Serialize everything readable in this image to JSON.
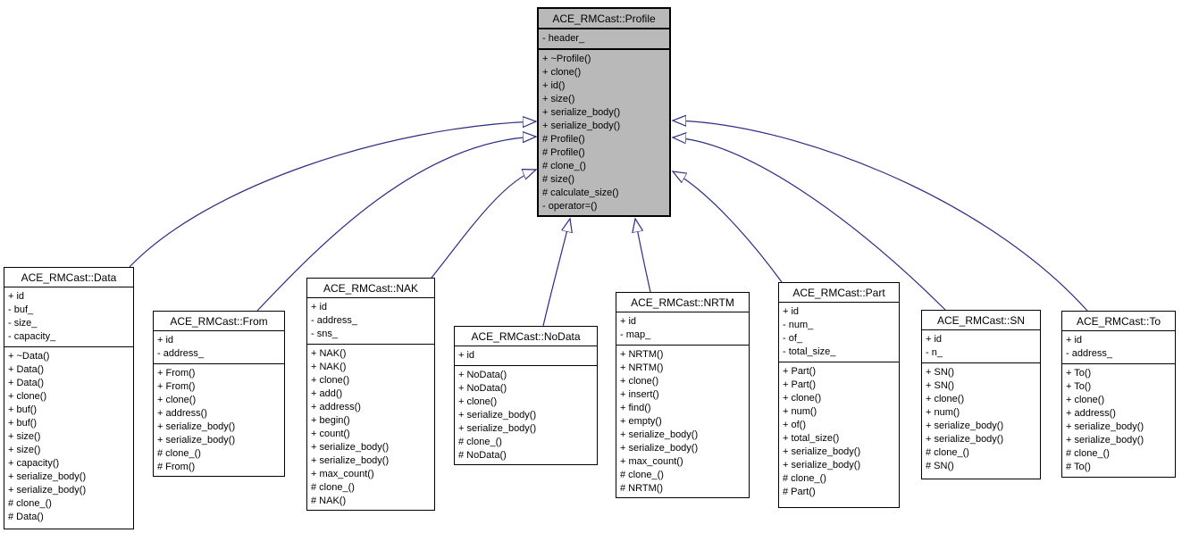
{
  "diagram": {
    "type": "uml-class-inheritance-graph",
    "base_class": "ACE_RMCast::Profile",
    "relation": "public-inheritance",
    "colors": {
      "background": "#ffffff",
      "node_fill": "#ffffff",
      "highlight_fill": "#b9b9b9",
      "border": "#000000",
      "edge": "#2d2d86"
    }
  },
  "classes": [
    {
      "id": "profile",
      "name": "ACE_RMCast::Profile",
      "highlighted": true,
      "attributes": [
        "- header_"
      ],
      "methods": [
        "+ ~Profile()",
        "+ clone()",
        "+ id()",
        "+ size()",
        "+ serialize_body()",
        "+ serialize_body()",
        "# Profile()",
        "# Profile()",
        "# clone_()",
        "# size()",
        "# calculate_size()",
        "- operator=()"
      ]
    },
    {
      "id": "data",
      "name": "ACE_RMCast::Data",
      "highlighted": false,
      "attributes": [
        "+ id",
        "- buf_",
        "- size_",
        "- capacity_"
      ],
      "methods": [
        "+ ~Data()",
        "+ Data()",
        "+ Data()",
        "+ clone()",
        "+ buf()",
        "+ buf()",
        "+ size()",
        "+ size()",
        "+ capacity()",
        "+ serialize_body()",
        "+ serialize_body()",
        "# clone_()",
        "# Data()"
      ]
    },
    {
      "id": "from",
      "name": "ACE_RMCast::From",
      "highlighted": false,
      "attributes": [
        "+ id",
        "- address_"
      ],
      "methods": [
        "+ From()",
        "+ From()",
        "+ clone()",
        "+ address()",
        "+ serialize_body()",
        "+ serialize_body()",
        "# clone_()",
        "# From()"
      ]
    },
    {
      "id": "nak",
      "name": "ACE_RMCast::NAK",
      "highlighted": false,
      "attributes": [
        "+ id",
        "- address_",
        "- sns_"
      ],
      "methods": [
        "+ NAK()",
        "+ NAK()",
        "+ clone()",
        "+ add()",
        "+ address()",
        "+ begin()",
        "+ count()",
        "+ serialize_body()",
        "+ serialize_body()",
        "+ max_count()",
        "# clone_()",
        "# NAK()"
      ]
    },
    {
      "id": "nodata",
      "name": "ACE_RMCast::NoData",
      "highlighted": false,
      "attributes": [
        "+ id"
      ],
      "methods": [
        "+ NoData()",
        "+ NoData()",
        "+ clone()",
        "+ serialize_body()",
        "+ serialize_body()",
        "# clone_()",
        "# NoData()"
      ]
    },
    {
      "id": "nrtm",
      "name": "ACE_RMCast::NRTM",
      "highlighted": false,
      "attributes": [
        "+ id",
        "- map_"
      ],
      "methods": [
        "+ NRTM()",
        "+ NRTM()",
        "+ clone()",
        "+ insert()",
        "+ find()",
        "+ empty()",
        "+ serialize_body()",
        "+ serialize_body()",
        "+ max_count()",
        "# clone_()",
        "# NRTM()"
      ]
    },
    {
      "id": "part",
      "name": "ACE_RMCast::Part",
      "highlighted": false,
      "attributes": [
        "+ id",
        "- num_",
        "- of_",
        "- total_size_"
      ],
      "methods": [
        "+ Part()",
        "+ Part()",
        "+ clone()",
        "+ num()",
        "+ of()",
        "+ total_size()",
        "+ serialize_body()",
        "+ serialize_body()",
        "# clone_()",
        "# Part()"
      ]
    },
    {
      "id": "sn",
      "name": "ACE_RMCast::SN",
      "highlighted": false,
      "attributes": [
        "+ id",
        "- n_"
      ],
      "methods": [
        "+ SN()",
        "+ SN()",
        "+ clone()",
        "+ num()",
        "+ serialize_body()",
        "+ serialize_body()",
        "# clone_()",
        "# SN()"
      ]
    },
    {
      "id": "to",
      "name": "ACE_RMCast::To",
      "highlighted": false,
      "attributes": [
        "+ id",
        "- address_"
      ],
      "methods": [
        "+ To()",
        "+ To()",
        "+ clone()",
        "+ address()",
        "+ serialize_body()",
        "+ serialize_body()",
        "# clone_()",
        "# To()"
      ]
    }
  ],
  "edges": [
    {
      "from": "data",
      "to": "profile",
      "relation": "public-inheritance"
    },
    {
      "from": "from",
      "to": "profile",
      "relation": "public-inheritance"
    },
    {
      "from": "nak",
      "to": "profile",
      "relation": "public-inheritance"
    },
    {
      "from": "nodata",
      "to": "profile",
      "relation": "public-inheritance"
    },
    {
      "from": "nrtm",
      "to": "profile",
      "relation": "public-inheritance"
    },
    {
      "from": "part",
      "to": "profile",
      "relation": "public-inheritance"
    },
    {
      "from": "sn",
      "to": "profile",
      "relation": "public-inheritance"
    },
    {
      "from": "to",
      "to": "profile",
      "relation": "public-inheritance"
    }
  ]
}
